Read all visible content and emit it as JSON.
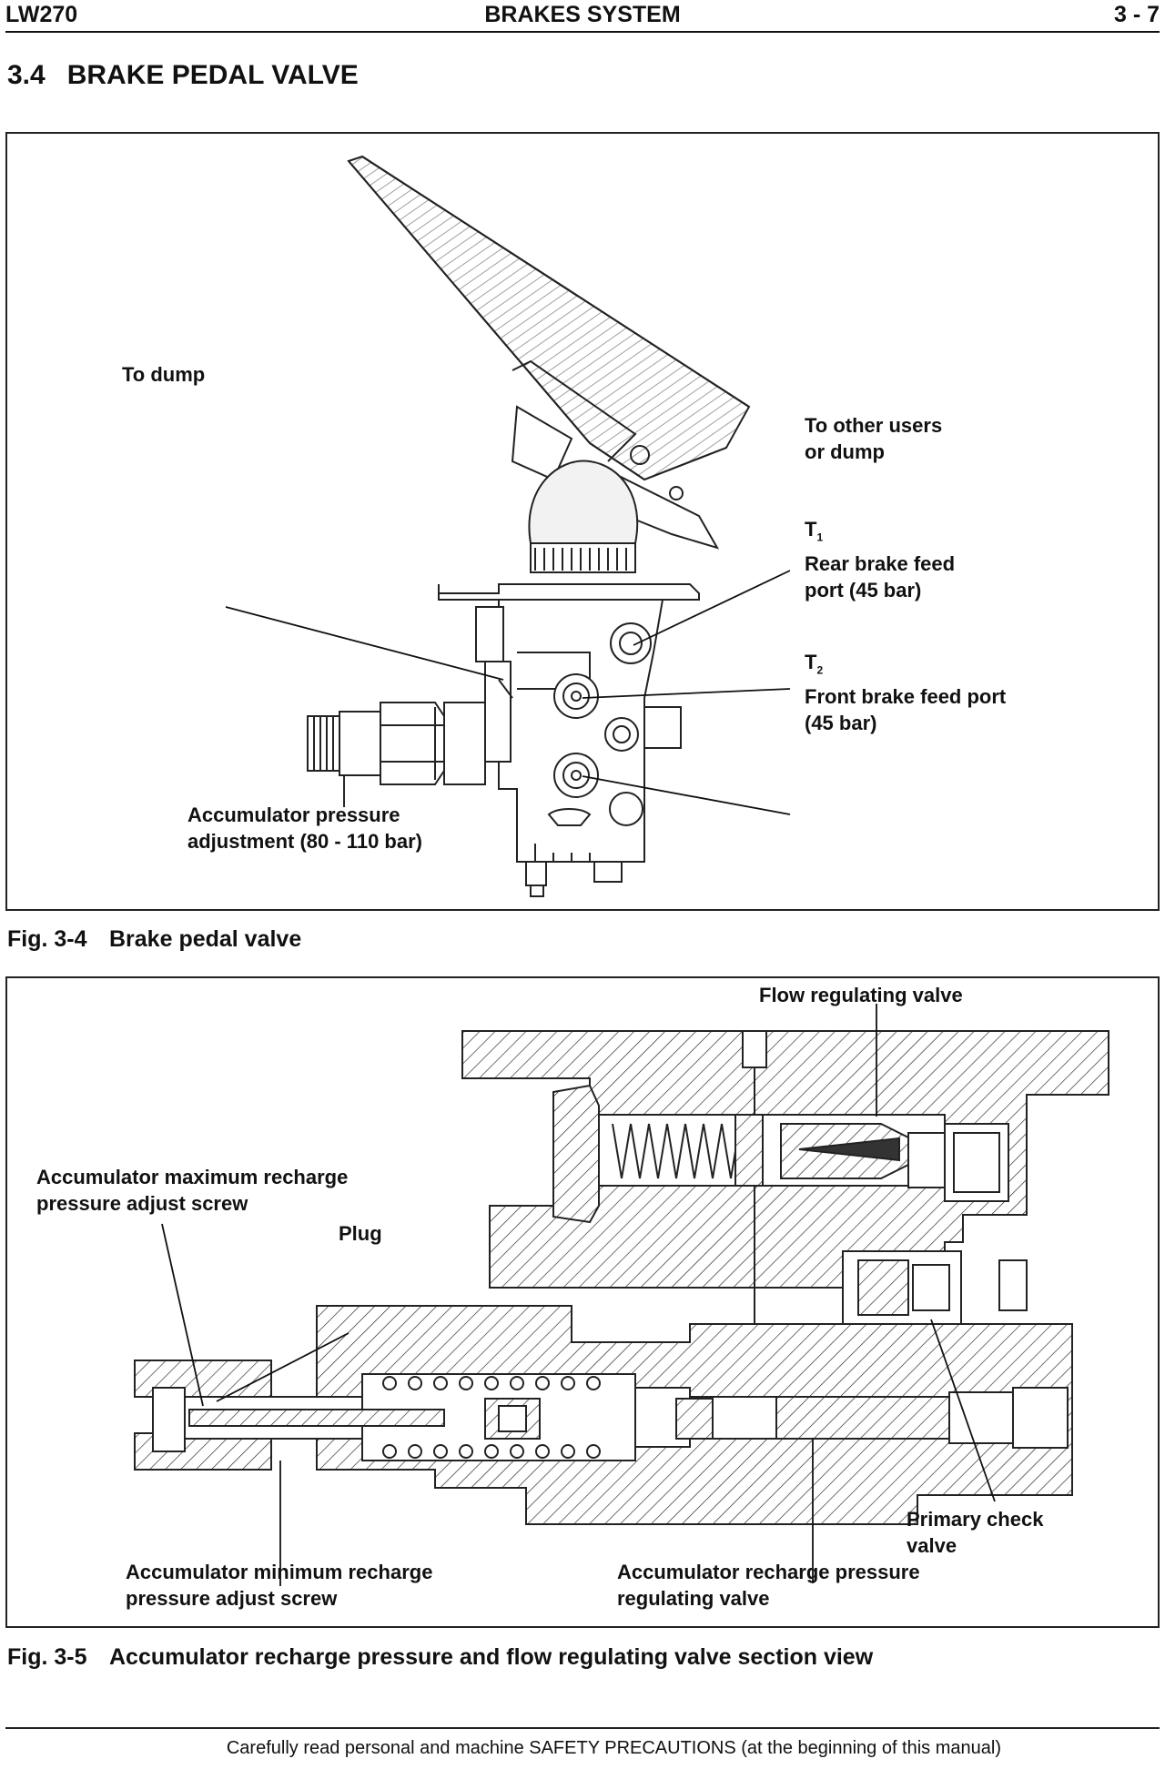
{
  "header": {
    "left": "LW270",
    "center": "BRAKES SYSTEM",
    "right": "3 - 7"
  },
  "section": {
    "number": "3.4",
    "title": "BRAKE PEDAL VALVE"
  },
  "figure1": {
    "caption_num": "Fig. 3-4",
    "caption_text": "Brake pedal valve",
    "labels": {
      "to_dump": "To dump",
      "to_other_1": "To other users",
      "to_other_2": "or dump",
      "t1": "T",
      "t1_sub": "1",
      "rear_1": "Rear brake feed",
      "rear_2": "port (45 bar)",
      "t2": "T",
      "t2_sub": "2",
      "front_1": "Front brake feed port",
      "front_2": "(45 bar)",
      "acc_1": "Accumulator pressure",
      "acc_2": "adjustment (80 - 110 bar)"
    }
  },
  "figure2": {
    "caption_num": "Fig. 3-5",
    "caption_text": "Accumulator recharge pressure and flow regulating valve section view",
    "labels": {
      "flow": "Flow regulating valve",
      "max_1": "Accumulator maximum recharge",
      "max_2": "pressure adjust screw",
      "plug": "Plug",
      "min_1": "Accumulator minimum recharge",
      "min_2": "pressure adjust screw",
      "reg_1": "Accumulator recharge pressure",
      "reg_2": "regulating valve",
      "check_1": "Primary check",
      "check_2": "valve"
    }
  },
  "footer": "Carefully read personal and machine SAFETY PRECAUTIONS (at the beginning of this manual)"
}
